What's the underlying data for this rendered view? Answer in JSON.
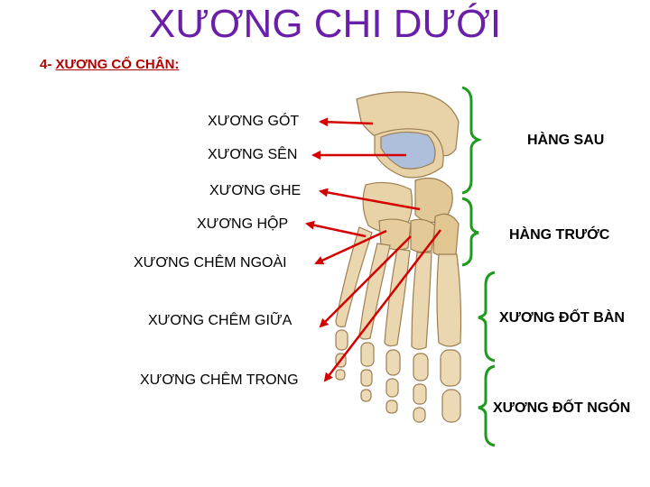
{
  "page": {
    "title": "XƯƠNG CHI DƯỚI",
    "section_number": "4- ",
    "section_title": "XƯƠNG CỔ CHÂN:"
  },
  "bone_labels": [
    "XƯƠNG GÓT",
    "XƯƠNG SÊN",
    "XƯƠNG GHE",
    "XƯƠNG HỘP",
    "XƯƠNG CHÊM NGOÀI",
    "XƯƠNG CHÊM GIỮA",
    "XƯƠNG CHÊM TRONG"
  ],
  "group_labels": [
    "HÀNG SAU",
    "HÀNG TRƯỚC",
    "XƯƠNG ĐỐT BÀN",
    "XƯƠNG ĐỐT NGÓN"
  ],
  "colors": {
    "title": "#6a1fa8",
    "section": "#b00000",
    "arrow": "#d40000",
    "bracket": "#1f9a1f",
    "bone": "#e8d2a8",
    "bone_shadow": "#b89a6c",
    "talus_cartilage": "#aebfdc"
  }
}
